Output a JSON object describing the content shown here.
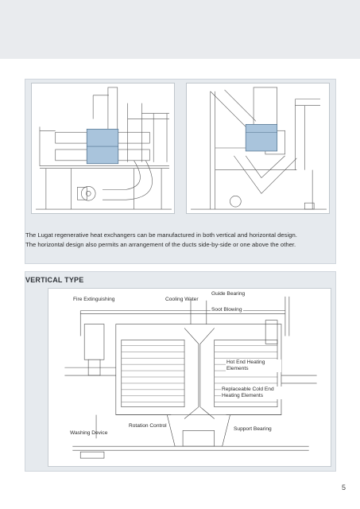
{
  "caption": {
    "line1": "The Lugat regenerative heat exchangers can be manufactured in both vertical and horizontal design.",
    "line2": "The horizontal design also permits an arrangement of the ducts side-by-side or one above the other."
  },
  "section_title": "VERTICAL TYPE",
  "diagram_labels": {
    "fire_extinguishing": "Fire Extinguishing",
    "cooling_water": "Cooling Water",
    "guide_bearing": "Guide Bearing",
    "soot_blowing": "Soot Blowing",
    "hot_end_heating_elements": "Hot End Heating Elements",
    "replaceable_cold_end_heating_elements": "Replaceable Cold End Heating Elements",
    "rotation_control": "Rotation Control",
    "washing_device": "Washing Device",
    "support_bearing": "Support Bearing"
  },
  "page_number": "5",
  "colors": {
    "top_band": "#e9ebee",
    "panel": "#e6eaee",
    "heat_exchanger_highlight": "#a9c4dc"
  }
}
